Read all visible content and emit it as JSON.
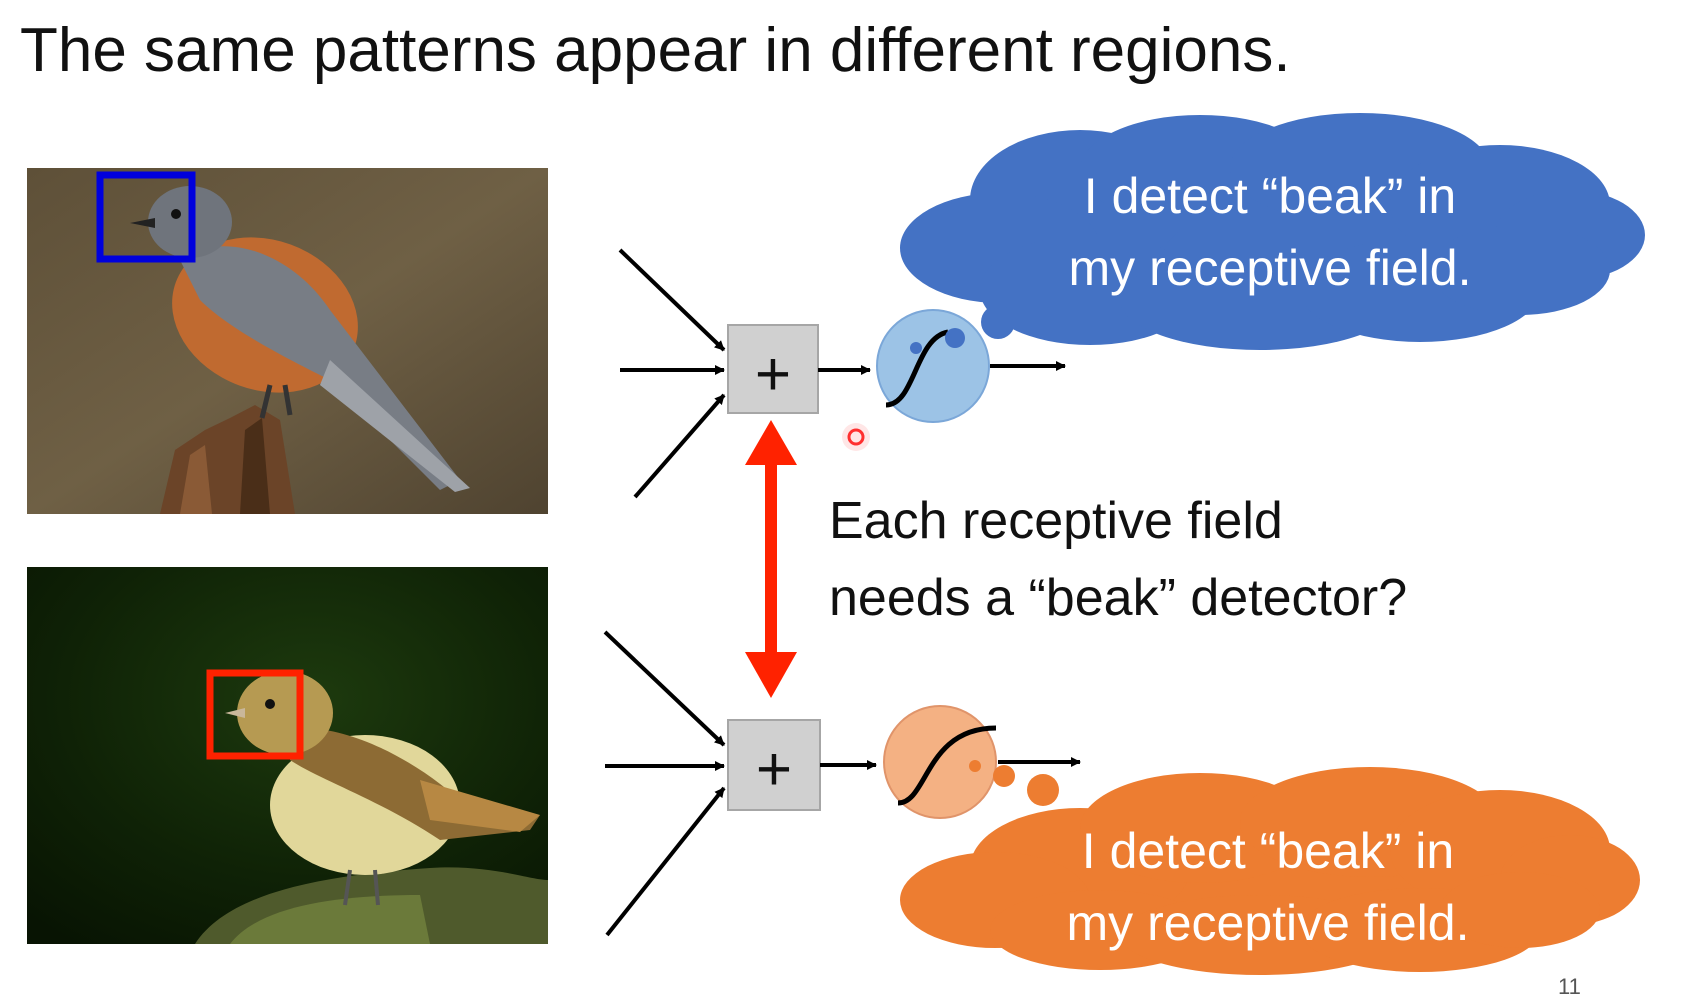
{
  "slide": {
    "title": "The same patterns appear in different regions.",
    "question_line1": "Each receptive field",
    "question_line2": "needs a “beak” detector?",
    "page_number": "11"
  },
  "top_neuron": {
    "thought_line1": "I detect “beak” in",
    "thought_line2": "my receptive field.",
    "cloud_color": "#4472c4",
    "activation_color": "#9cc3e6",
    "box_color": "#0000dd"
  },
  "bottom_neuron": {
    "thought_line1": "I detect “beak” in",
    "thought_line2": "my receptive field.",
    "cloud_color": "#ed7d31",
    "activation_color": "#f4b183",
    "box_color": "#ff2200"
  },
  "summation_symbol": "+",
  "connector_color": "#ff2200"
}
